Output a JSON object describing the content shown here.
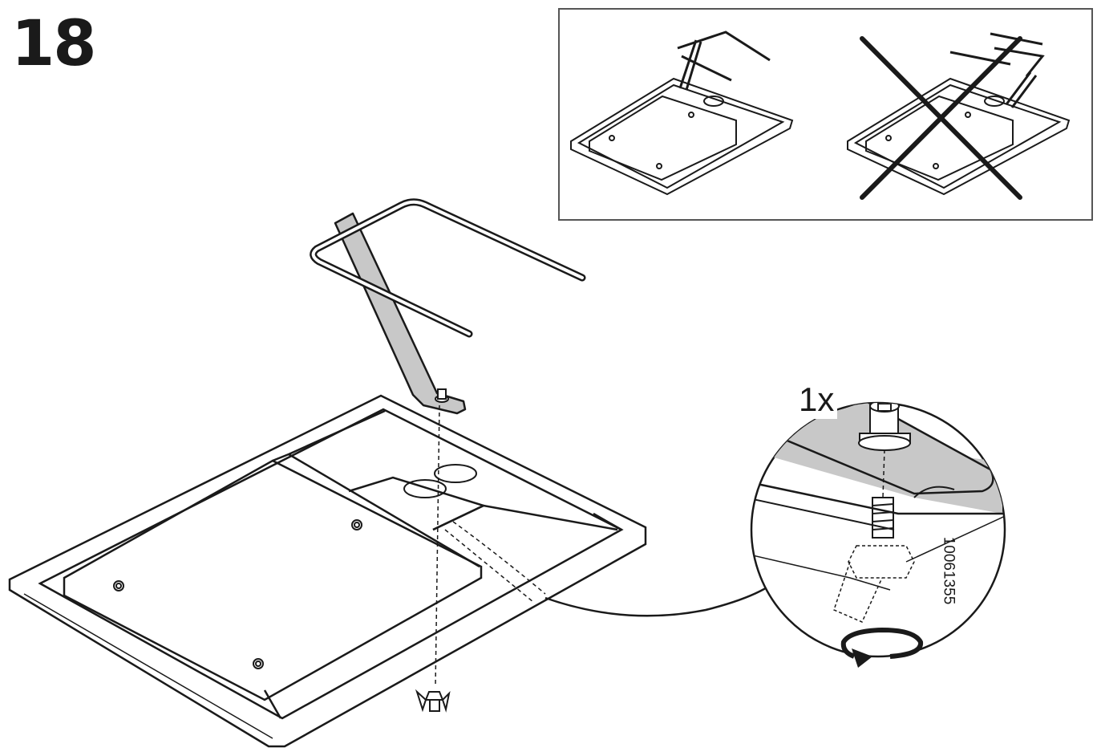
{
  "step": {
    "number": "18"
  },
  "detail": {
    "quantity": "1x",
    "part_number": "10061355"
  },
  "icons": [
    "wing-nut-icon",
    "rotate-clockwise-icon",
    "wrong-cross-icon"
  ],
  "colors": {
    "ink": "#1a1a1a",
    "fill_gray": "#c8c8c8",
    "frame_gray": "#9aa0a0",
    "paper": "#ffffff"
  }
}
